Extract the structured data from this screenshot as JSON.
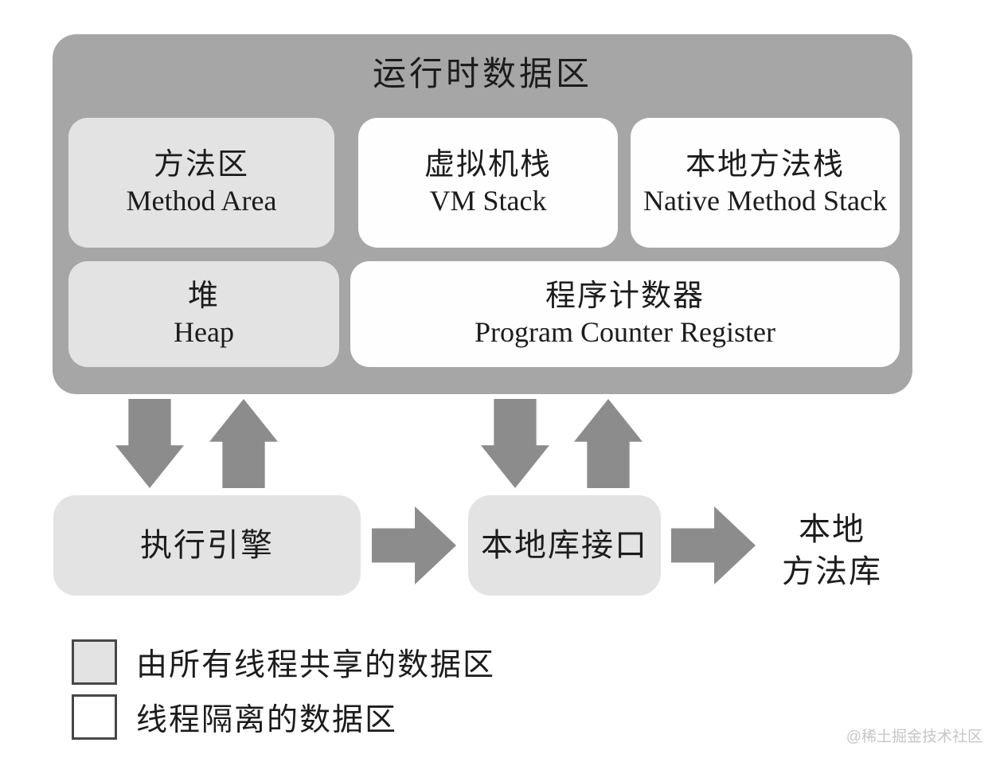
{
  "colors": {
    "canvas_bg": "#ffffff",
    "container_fill": "#a6a6a6",
    "shared_fill": "#e3e3e3",
    "isolated_fill": "#fefefe",
    "arrow_fill": "#8c8c8c",
    "text_color": "#1c1c1c",
    "legend_border": "#474747",
    "watermark_color": "#c6c6c6"
  },
  "diagram": {
    "runtime_area": {
      "title": "运行时数据区",
      "method_area": {
        "zh": "方法区",
        "en": "Method Area"
      },
      "vm_stack": {
        "zh": "虚拟机栈",
        "en": "VM Stack"
      },
      "native_method_stack": {
        "zh": "本地方法栈",
        "en": "Native Method Stack"
      },
      "heap": {
        "zh": "堆",
        "en": "Heap"
      },
      "program_counter": {
        "zh": "程序计数器",
        "en": "Program Counter Register"
      }
    },
    "execution_engine": {
      "label": "执行引擎"
    },
    "native_interface": {
      "label": "本地库接口"
    },
    "native_library": {
      "line1": "本地",
      "line2": "方法库"
    },
    "legend": {
      "shared": "由所有线程共享的数据区",
      "isolated": "线程隔离的数据区"
    },
    "watermark": "@稀土掘金技术社区"
  }
}
